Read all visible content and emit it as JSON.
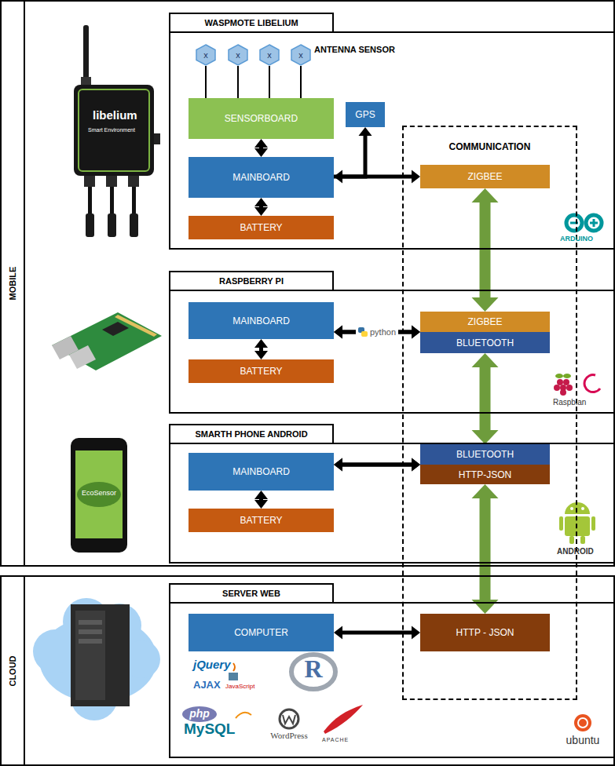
{
  "diagram": {
    "nodes": [
      {
        "text": [
          "MOBILE"
        ]
      },
      {
        "text": [
          "WASPMOTE LIBELIUM"
        ],
        "in": 0
      },
      {
        "text": [
          "x"
        ],
        "in": 1
      },
      {
        "text": [
          "x"
        ],
        "in": 1
      },
      {
        "text": [
          "x"
        ],
        "in": 1
      },
      {
        "text": [
          "x"
        ],
        "in": 1
      },
      {
        "text": [
          "SENSORBOARD"
        ],
        "in": 1
      },
      {
        "text": [
          "GPS"
        ],
        "in": 1
      },
      {
        "text": [
          "MAINBOARD"
        ],
        "in": 1
      },
      {
        "text": [
          "BATTERY"
        ],
        "in": 1
      },
      {
        "text": [
          "ZIGBEE"
        ],
        "in": 1
      },
      {
        "text": [
          "RASPBERRY PI"
        ],
        "in": 0
      },
      {
        "text": [
          "MAINBOARD"
        ],
        "in": 11
      },
      {
        "text": [
          "ZIGBEE"
        ],
        "in": 11
      },
      {
        "text": [
          "BLUETOOTH"
        ],
        "in": 11
      },
      {
        "text": [
          "BATTERY"
        ],
        "in": 11
      },
      {
        "text": [
          "SMARTH PHONE ANDROID"
        ],
        "in": 0
      },
      {
        "text": [
          "MAINBOARD"
        ],
        "in": 16
      },
      {
        "text": [
          "BLUETOOTH"
        ],
        "in": 16
      },
      {
        "text": [
          "HTTP-JSON"
        ],
        "in": 16
      },
      {
        "text": [
          "BATTERY"
        ],
        "in": 16
      },
      {
        "text": [
          "CLOUD"
        ]
      },
      {
        "text": [
          "SERVER WEB"
        ],
        "in": 21
      },
      {
        "text": [
          "COMPUTER"
        ],
        "in": 22
      },
      {
        "text": [
          "HTTP - JSON"
        ],
        "in": 22
      },
      {
        "text": [
          "COMMUNICATION"
        ]
      }
    ],
    "edges": [
      {
        "from": 2,
        "to": 6,
        "arrow": "none"
      },
      {
        "from": 3,
        "to": 6,
        "arrow": "none"
      },
      {
        "from": 4,
        "to": 6,
        "arrow": "none"
      },
      {
        "from": 5,
        "to": 6,
        "arrow": "none"
      },
      {
        "from": 6,
        "to": 8,
        "arrow": "both"
      },
      {
        "from": 8,
        "to": 9,
        "arrow": "both"
      },
      {
        "from": 8,
        "to": 10,
        "arrow": "both"
      },
      {
        "from": 8,
        "to": 7,
        "arrow": "to"
      },
      {
        "from": 10,
        "to": 13,
        "arrow": "both"
      },
      {
        "from": 12,
        "to": 13,
        "label": "python",
        "arrow": "both"
      },
      {
        "from": 12,
        "to": 14,
        "arrow": "both"
      },
      {
        "from": 12,
        "to": 15,
        "arrow": "both"
      },
      {
        "from": 14,
        "to": 18,
        "arrow": "both"
      },
      {
        "from": 17,
        "to": 18,
        "arrow": "both"
      },
      {
        "from": 17,
        "to": 19,
        "arrow": "both"
      },
      {
        "from": 17,
        "to": 20,
        "arrow": "both"
      },
      {
        "from": 19,
        "to": 24,
        "arrow": "both"
      },
      {
        "from": 23,
        "to": 24,
        "arrow": "both"
      }
    ],
    "labels": [
      "ANTENNA SENSOR",
      "libelium",
      "Smart Environment",
      "ARDUINO",
      "Raspbian",
      "EcoSensor",
      "ANDROID",
      "jQuery",
      "AJAX",
      "JavaScript",
      "R",
      "php",
      "MySQL",
      "WordPress",
      "APACHE",
      "ubuntu"
    ]
  }
}
